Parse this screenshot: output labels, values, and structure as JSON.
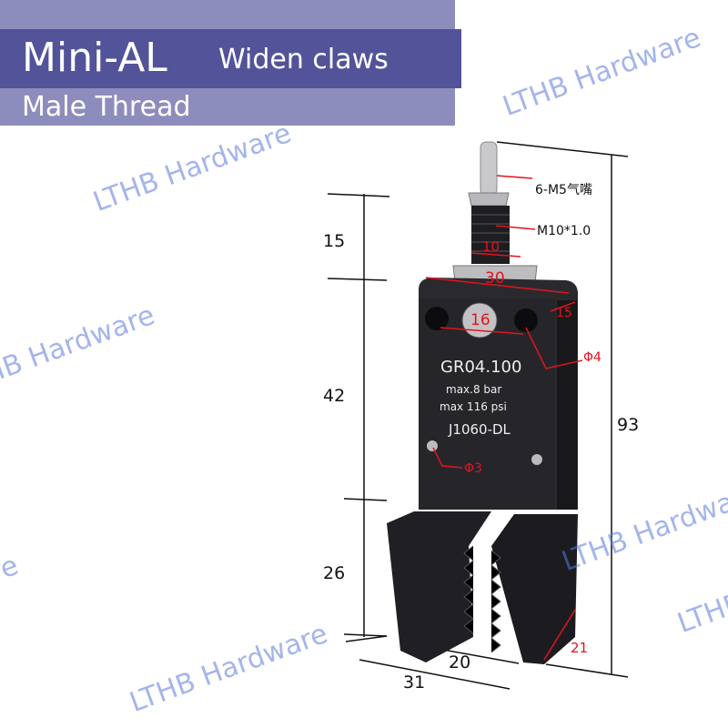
{
  "banner": {
    "model": "Mini-AL",
    "feature": "Widen claws",
    "connection": "Male Thread"
  },
  "watermark": "LTHB Hardware",
  "product": {
    "model_code": "GR04.100",
    "pressure_bar": "max.8 bar",
    "pressure_psi": "max 116 psi",
    "part_no": "J1060-DL"
  },
  "callouts": {
    "fitting": "6-M5气嘴",
    "thread": "M10*1.0"
  },
  "dimensions": {
    "fitting_height": "15",
    "body_height": "42",
    "jaw_height": "26",
    "total_height": "93",
    "thread_width": "10",
    "body_width": "30",
    "hole_spacing": "16",
    "side_depth": "15",
    "hole_dia": "Φ4",
    "pin_dia": "Φ3",
    "jaw_depth": "21",
    "jaw_opening": "20",
    "jaw_width": "31"
  },
  "colors": {
    "banner_dark": "#53539a",
    "banner_light": "#8d8dbd",
    "dimension_red": "#e0141e"
  }
}
